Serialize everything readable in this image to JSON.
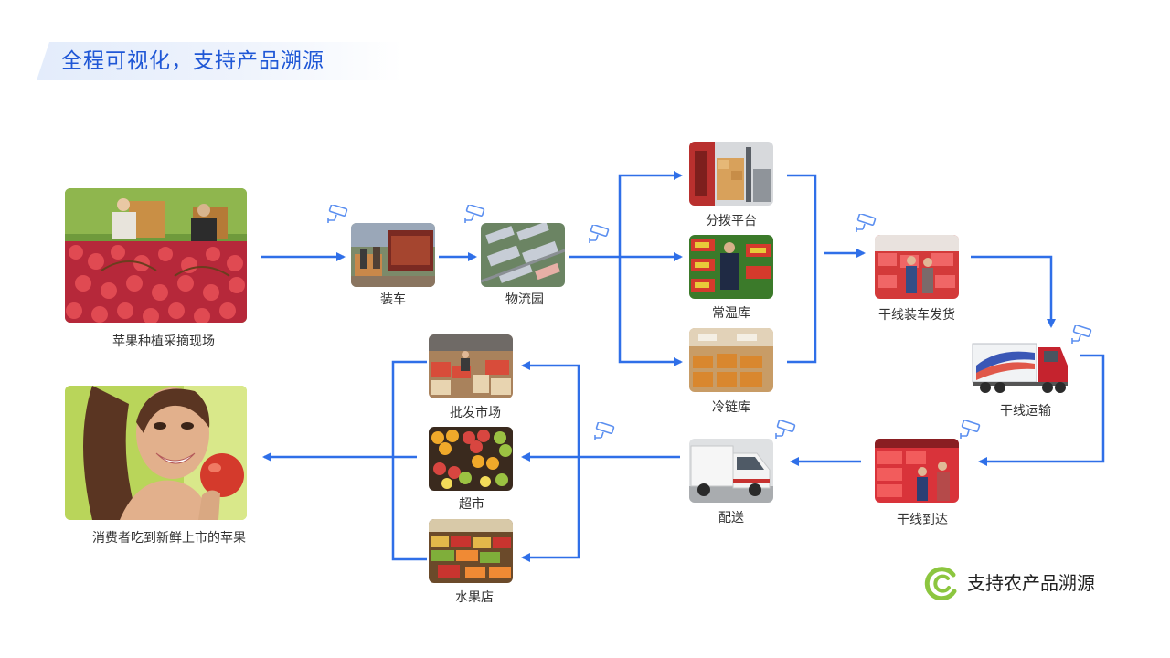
{
  "title": "全程可视化，支持产品溯源",
  "brand": {
    "text": "支持农产品溯源",
    "icon": "leaf-c-logo",
    "color": "#8cc63f"
  },
  "colors": {
    "accent": "#1f57d6",
    "arrow": "#2f6fe8",
    "camera": "#5b8ff0"
  },
  "nodes": {
    "orchard": {
      "label": "苹果种植采摘现场",
      "icon": "apple-orchard-photo"
    },
    "loading": {
      "label": "装车",
      "icon": "truck-loading-photo"
    },
    "logistics_park": {
      "label": "物流园",
      "icon": "logistics-park-photo"
    },
    "sorting": {
      "label": "分拨平台",
      "icon": "sorting-platform-photo"
    },
    "ambient": {
      "label": "常温库",
      "icon": "ambient-warehouse-photo"
    },
    "cold": {
      "label": "冷链库",
      "icon": "cold-storage-photo"
    },
    "trunk_loading": {
      "label": "干线装车发货",
      "icon": "trunk-loading-photo"
    },
    "trunk_transport": {
      "label": "干线运输",
      "icon": "trunk-truck-photo"
    },
    "trunk_arrival": {
      "label": "干线到达",
      "icon": "trunk-arrival-photo"
    },
    "delivery": {
      "label": "配送",
      "icon": "delivery-van-photo"
    },
    "wholesale": {
      "label": "批发市场",
      "icon": "wholesale-market-photo"
    },
    "supermarket": {
      "label": "超市",
      "icon": "supermarket-photo"
    },
    "fruit_shop": {
      "label": "水果店",
      "icon": "fruit-shop-photo"
    },
    "consumer": {
      "label": "消费者吃到新鲜上市的苹果",
      "icon": "consumer-apple-photo"
    }
  }
}
